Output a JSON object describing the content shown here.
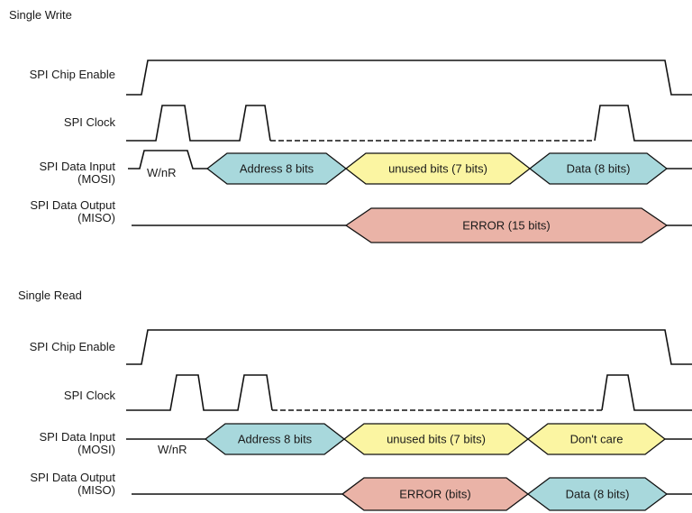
{
  "colors": {
    "address_fill": "#a8d8dc",
    "unused_fill": "#fbf5a2",
    "data_fill": "#a8d8dc",
    "error_fill": "#eab3a7",
    "dontcare_fill": "#fbf5a2",
    "line": "#111111"
  },
  "write": {
    "title": "Single Write",
    "chip_enable_label": "SPI Chip Enable",
    "clock_label": "SPI Clock",
    "mosi_label_1": "SPI Data Input",
    "mosi_label_2": "(MOSI)",
    "miso_label_1": "SPI Data Output",
    "miso_label_2": "(MISO)",
    "wnr_label": "W/nR",
    "address_segment": "Address 8 bits",
    "unused_segment": "unused bits (7 bits)",
    "data_segment": "Data (8 bits)",
    "error_segment": "ERROR (15 bits)"
  },
  "read": {
    "title": "Single Read",
    "chip_enable_label": "SPI Chip Enable",
    "clock_label": "SPI Clock",
    "mosi_label_1": "SPI Data Input",
    "mosi_label_2": "(MOSI)",
    "miso_label_1": "SPI Data Output",
    "miso_label_2": "(MISO)",
    "wnr_label": "W/nR",
    "address_segment": "Address 8 bits",
    "unused_segment": "unused bits (7 bits)",
    "dontcare_segment": "Don't care",
    "error_segment": "ERROR (bits)",
    "data_segment": "Data (8 bits)"
  }
}
